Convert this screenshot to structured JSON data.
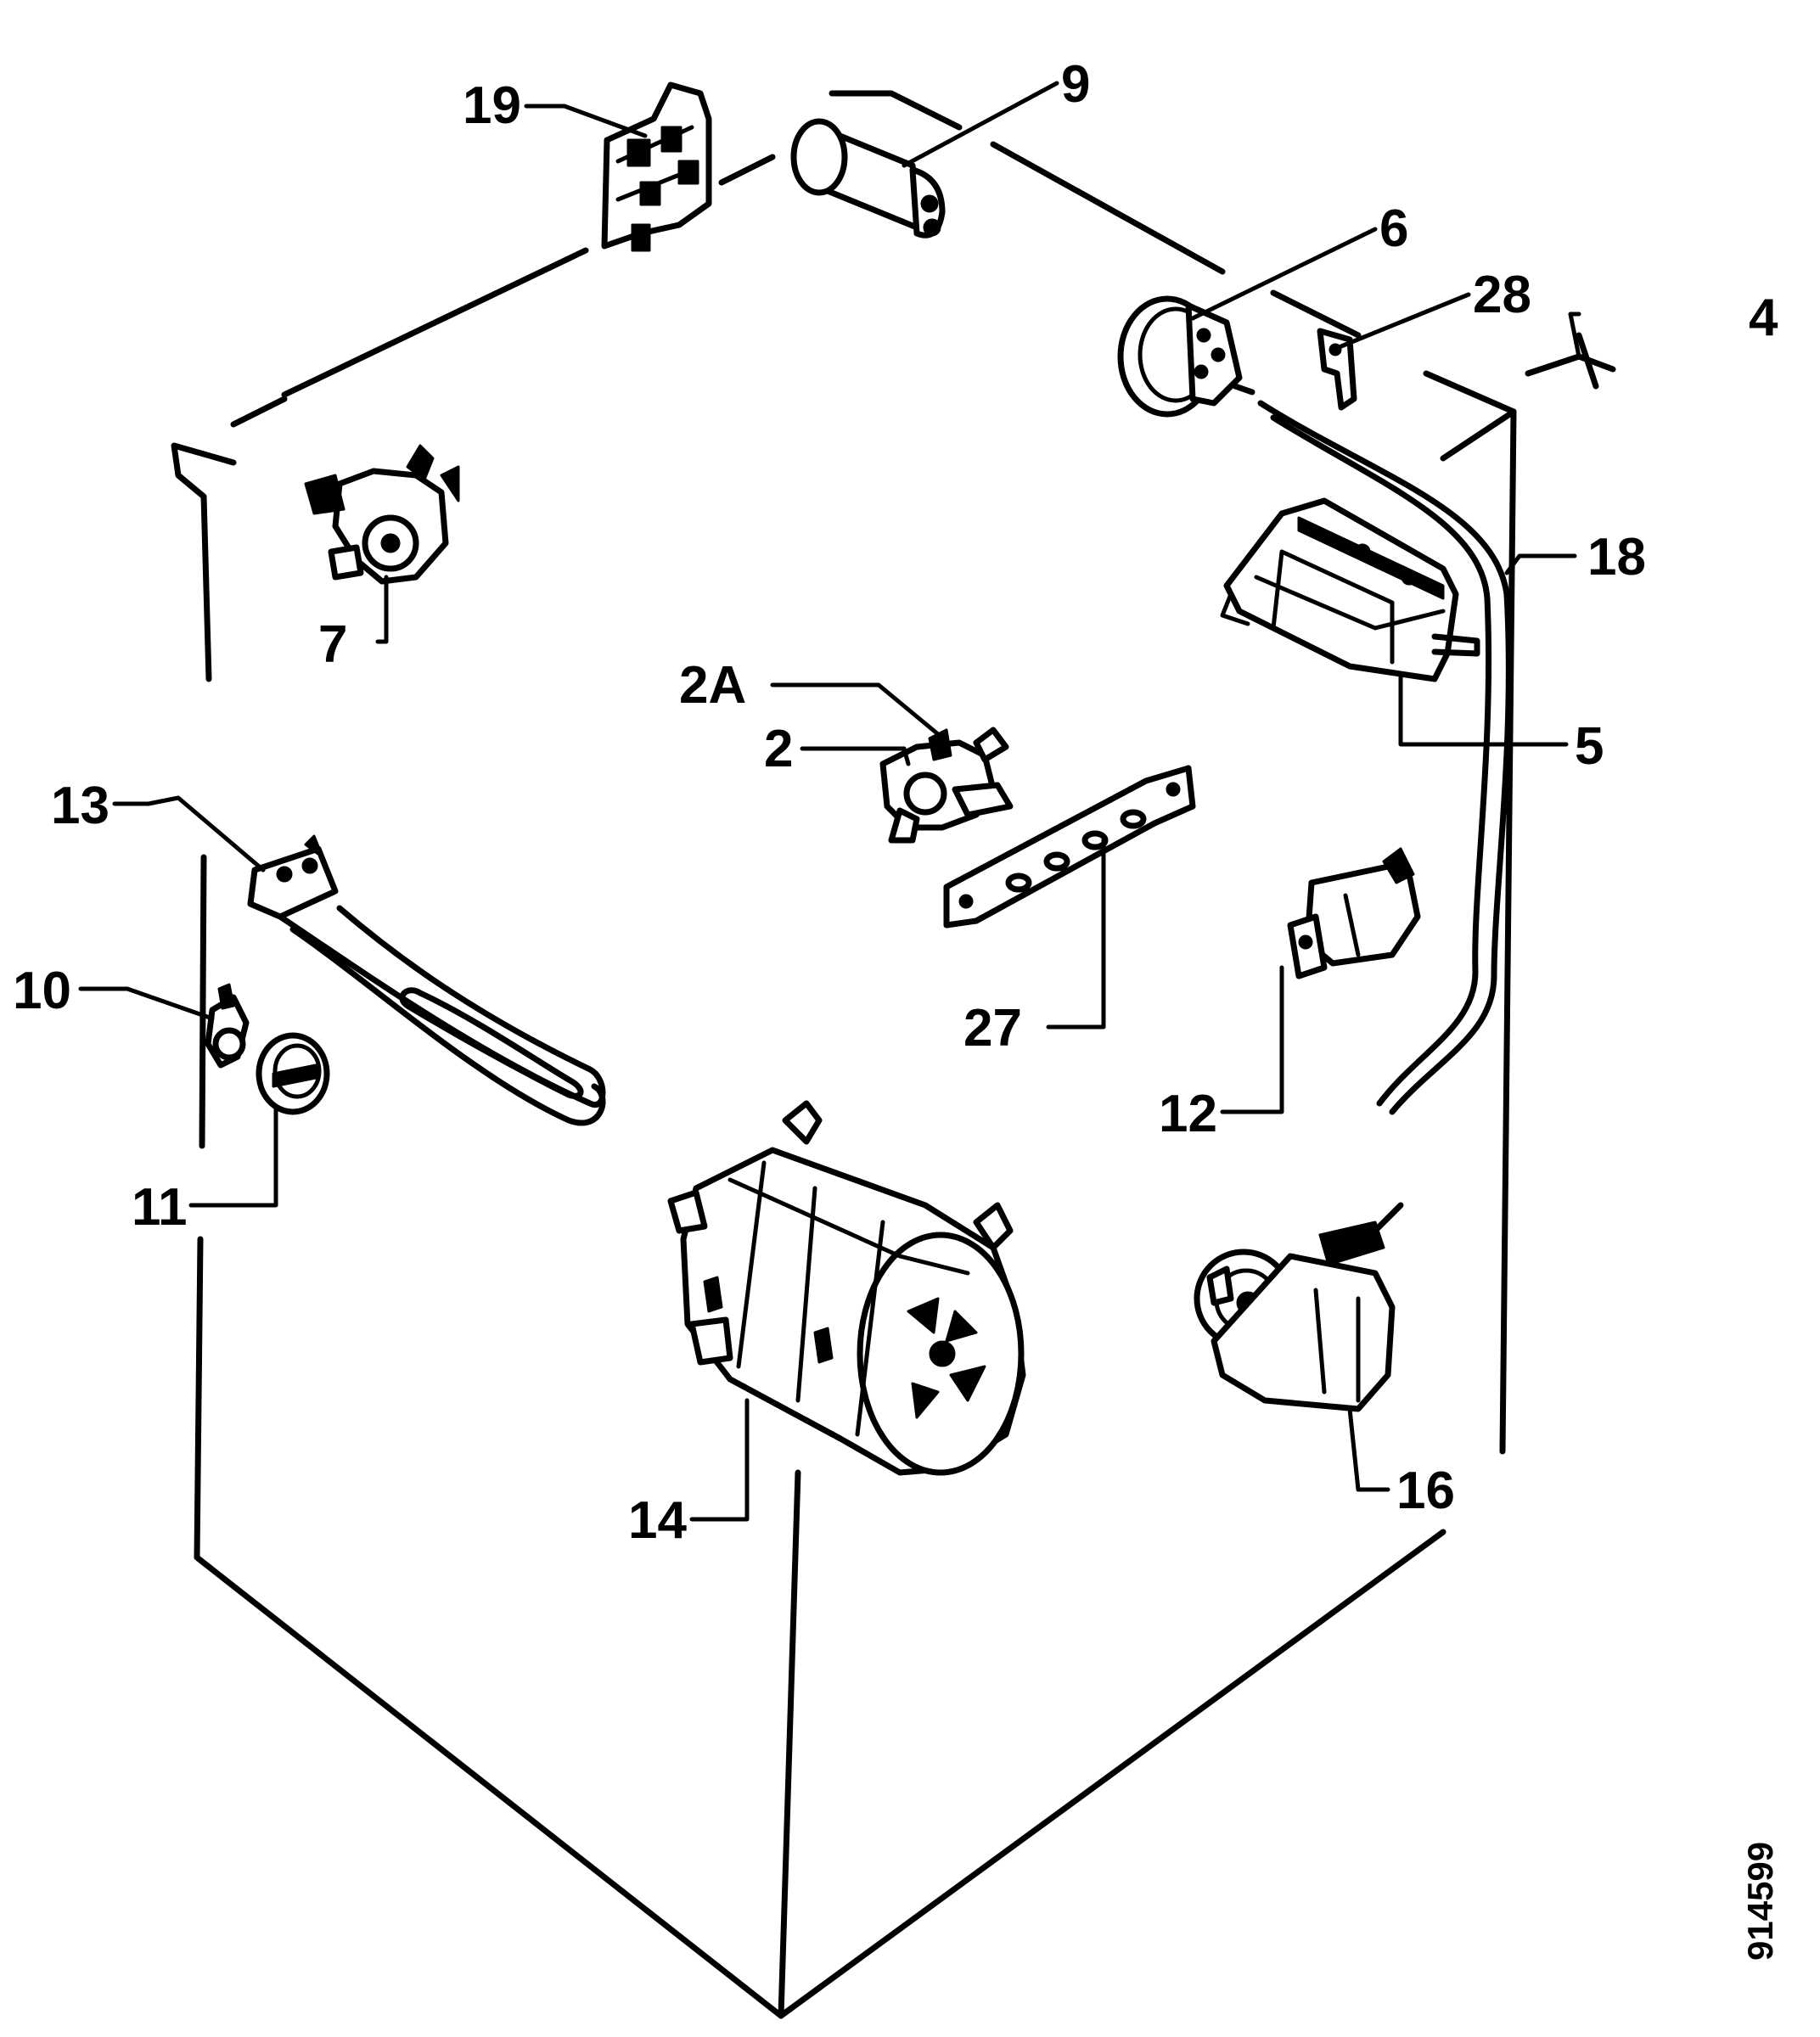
{
  "diagram": {
    "document_number": "914599",
    "callouts": {
      "c19": "19",
      "c9": "9",
      "c6": "6",
      "c28": "28",
      "c4": "4",
      "c18": "18",
      "c7": "7",
      "c2a": "2A",
      "c2": "2",
      "c5": "5",
      "c13": "13",
      "c10": "10",
      "c27": "27",
      "c12": "12",
      "c11": "11",
      "c14": "14",
      "c16": "16"
    }
  }
}
